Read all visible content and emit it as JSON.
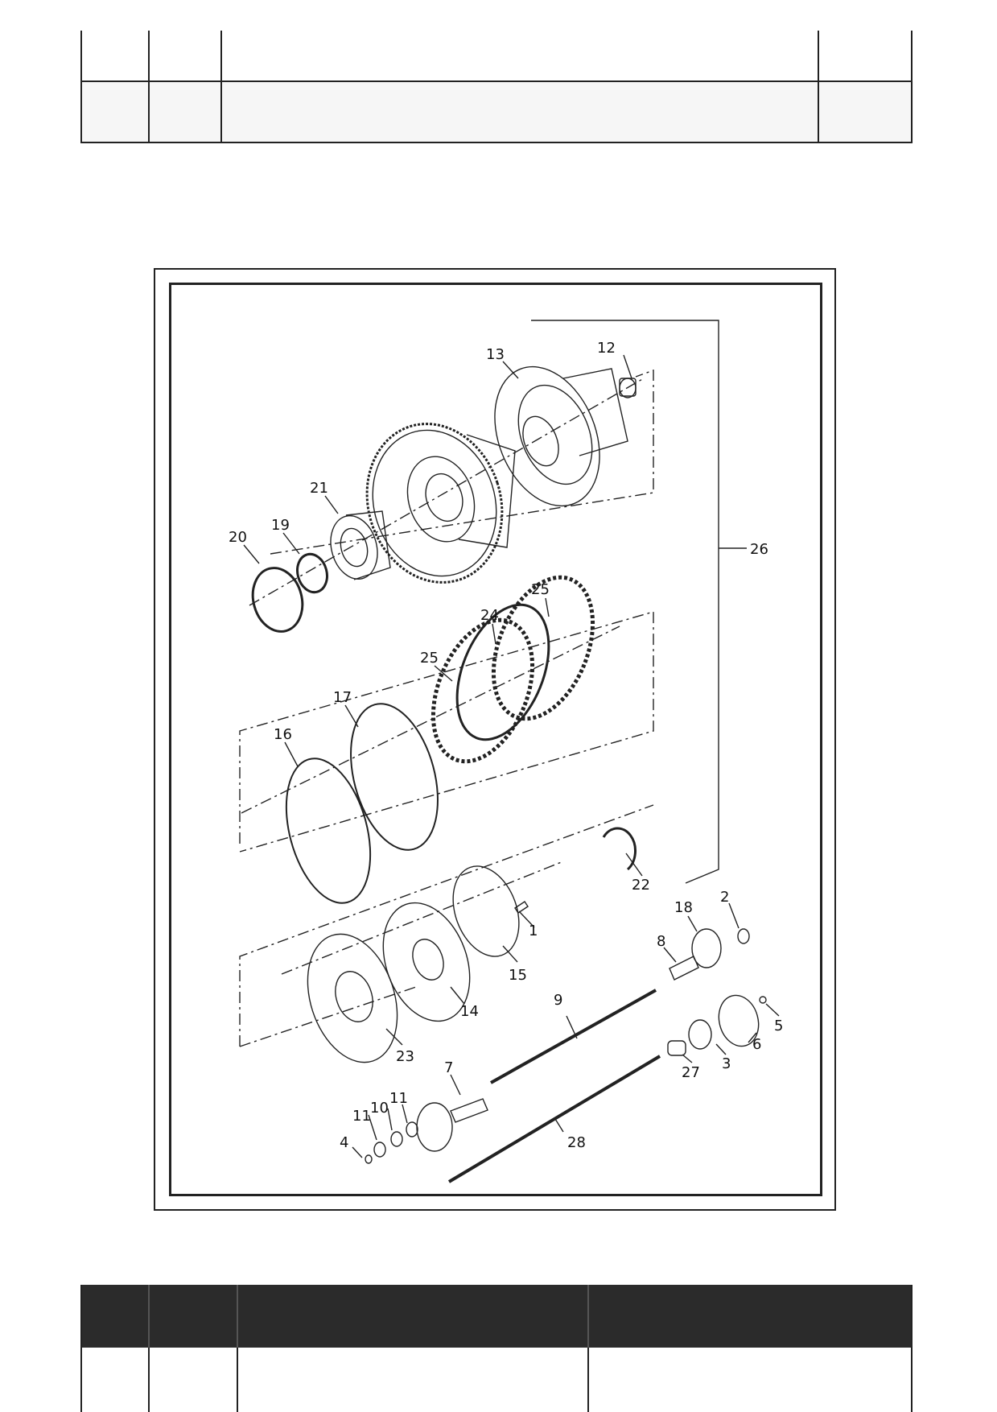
{
  "callouts": [
    {
      "n": "1"
    },
    {
      "n": "2"
    },
    {
      "n": "3"
    },
    {
      "n": "4"
    },
    {
      "n": "5"
    },
    {
      "n": "6"
    },
    {
      "n": "7"
    },
    {
      "n": "8"
    },
    {
      "n": "9"
    },
    {
      "n": "10"
    },
    {
      "n": "11"
    },
    {
      "n": "11"
    },
    {
      "n": "12"
    },
    {
      "n": "13"
    },
    {
      "n": "14"
    },
    {
      "n": "15"
    },
    {
      "n": "16"
    },
    {
      "n": "17"
    },
    {
      "n": "18"
    },
    {
      "n": "19"
    },
    {
      "n": "20"
    },
    {
      "n": "21"
    },
    {
      "n": "22"
    },
    {
      "n": "23"
    },
    {
      "n": "24"
    },
    {
      "n": "25"
    },
    {
      "n": "25"
    },
    {
      "n": "26"
    },
    {
      "n": "27"
    },
    {
      "n": "28"
    }
  ],
  "colors": {
    "line": "#222222",
    "header_dark": "#2b2b2b",
    "row_light": "#f6f6f6"
  }
}
